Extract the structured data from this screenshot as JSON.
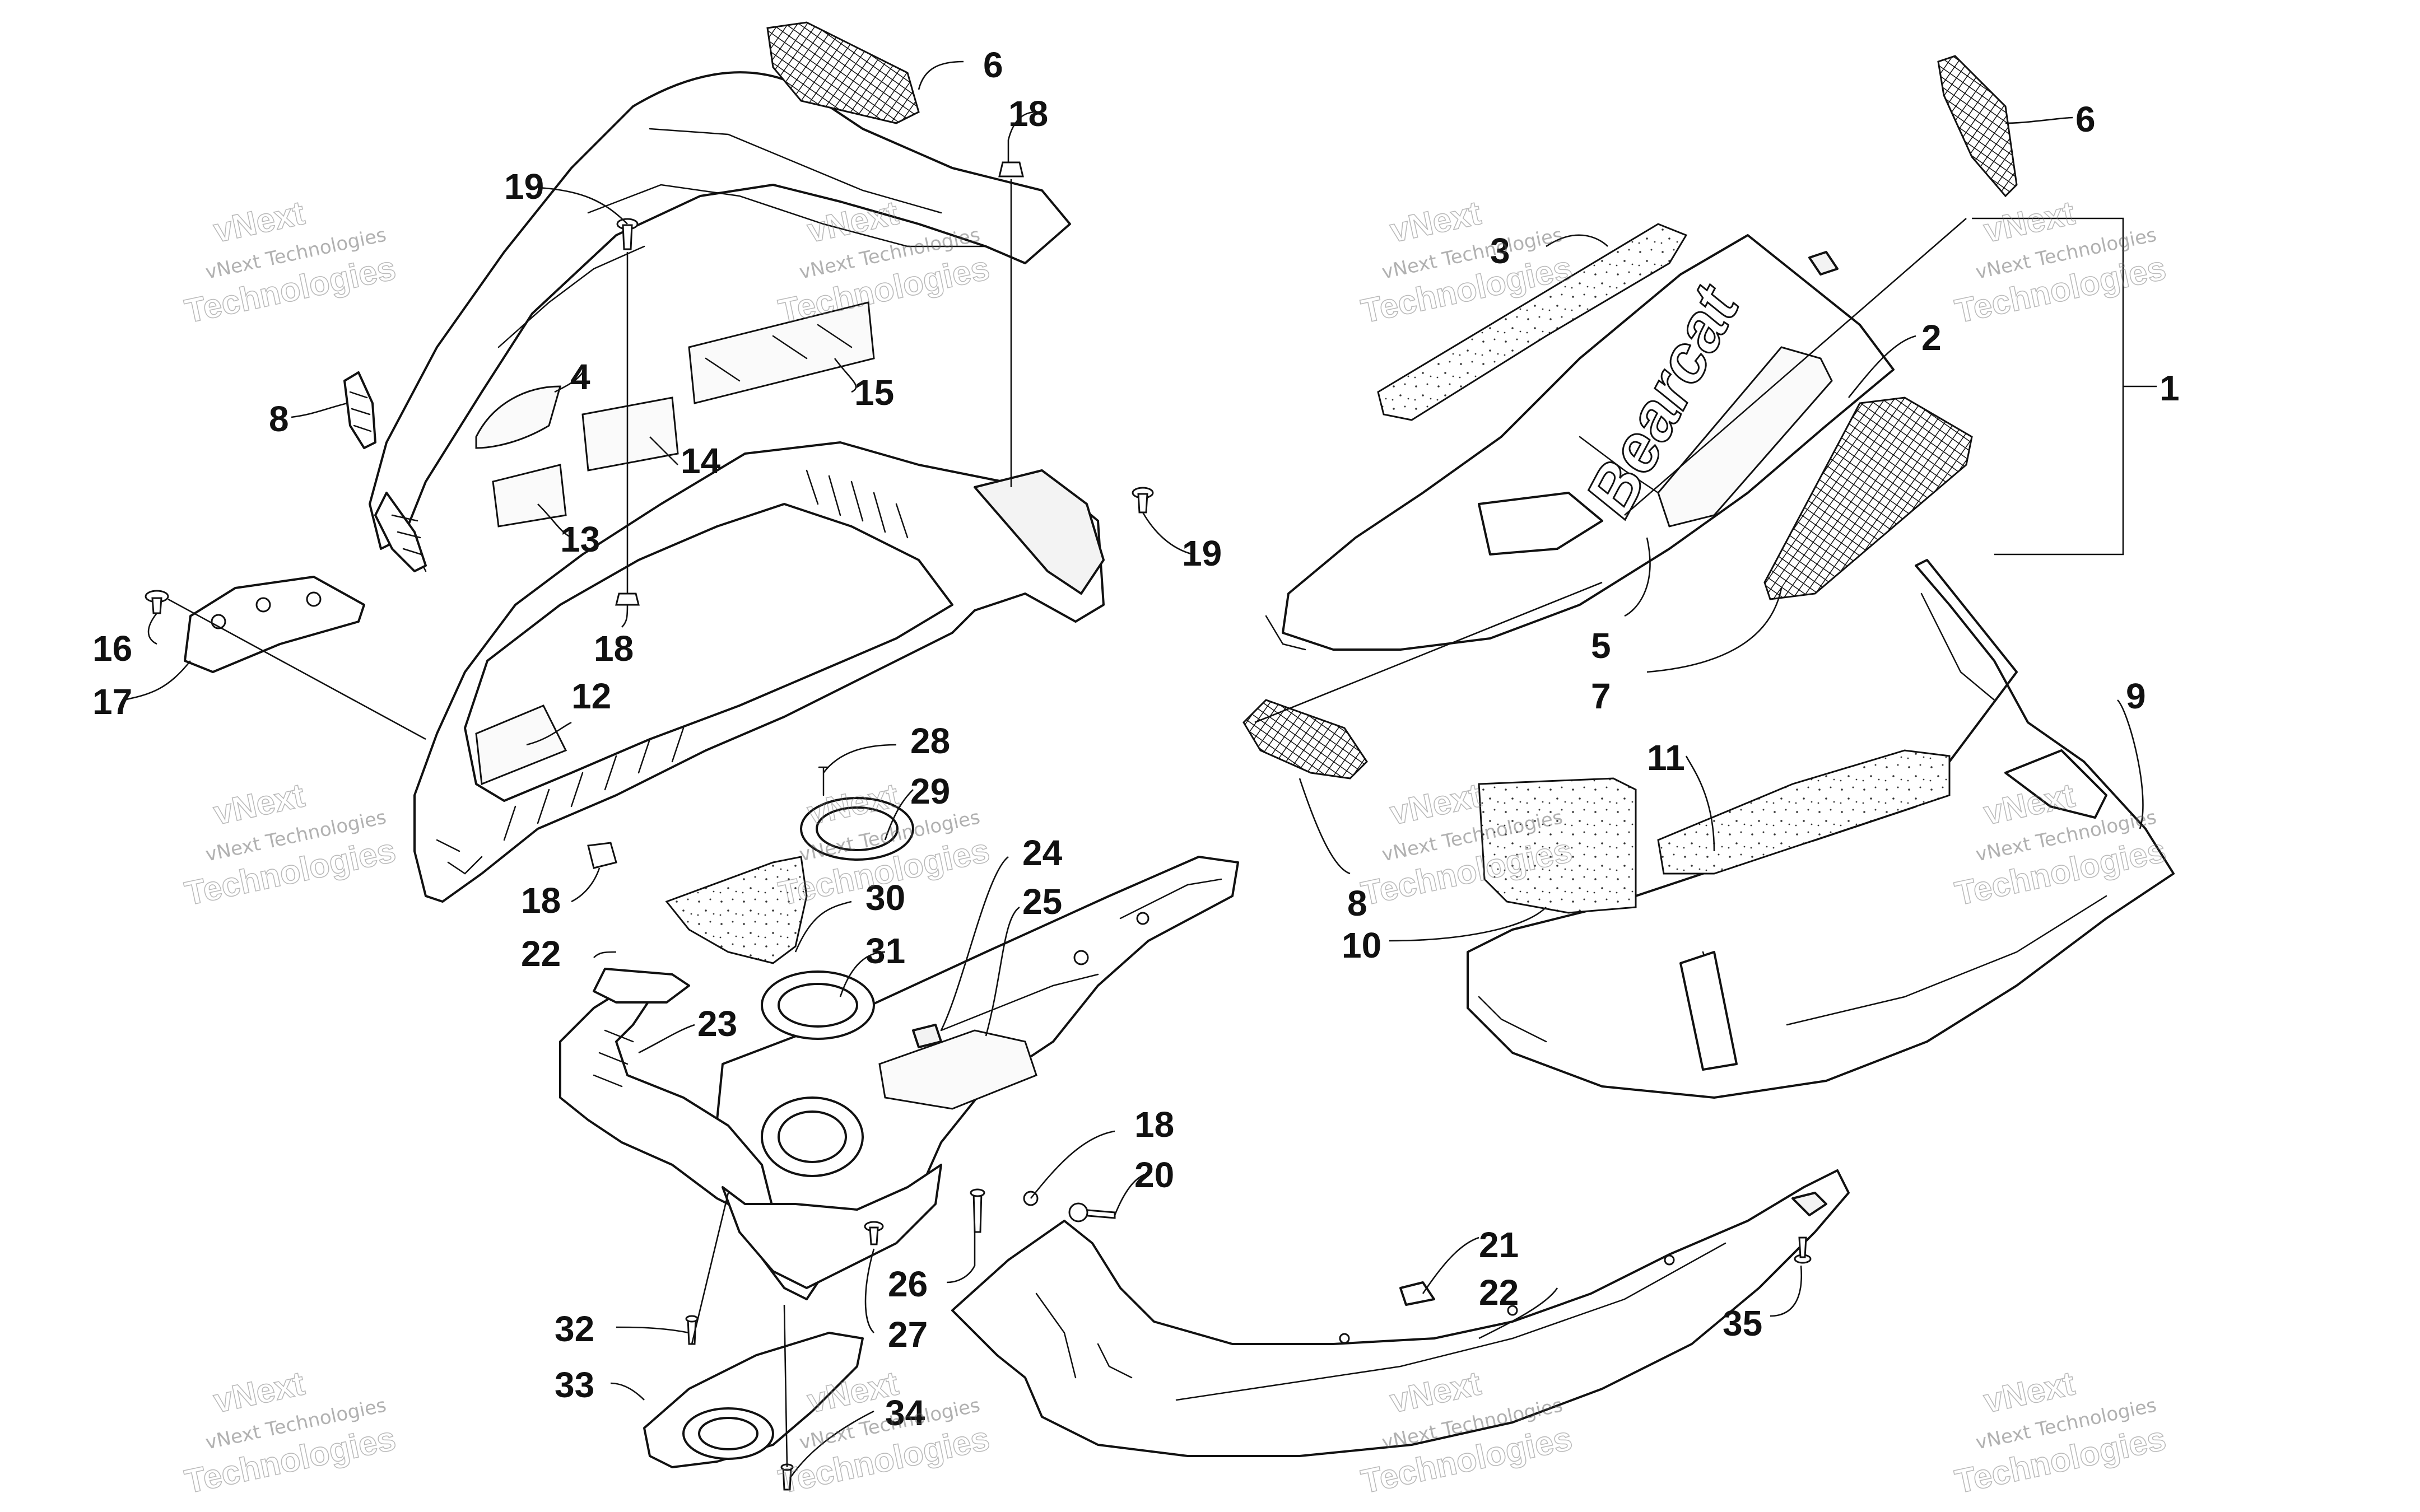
{
  "diagram": {
    "callouts": [
      {
        "id": "c6a",
        "text": "6"
      },
      {
        "id": "c18a",
        "text": "18"
      },
      {
        "id": "c19a",
        "text": "19"
      },
      {
        "id": "c4",
        "text": "4"
      },
      {
        "id": "c8a",
        "text": "8"
      },
      {
        "id": "c15",
        "text": "15"
      },
      {
        "id": "c14",
        "text": "14"
      },
      {
        "id": "c13",
        "text": "13"
      },
      {
        "id": "c19b",
        "text": "19"
      },
      {
        "id": "c16",
        "text": "16"
      },
      {
        "id": "c17",
        "text": "17"
      },
      {
        "id": "c18b",
        "text": "18"
      },
      {
        "id": "c12",
        "text": "12"
      },
      {
        "id": "c18c",
        "text": "18"
      },
      {
        "id": "c28",
        "text": "28"
      },
      {
        "id": "c29",
        "text": "29"
      },
      {
        "id": "c24",
        "text": "24"
      },
      {
        "id": "c30",
        "text": "30"
      },
      {
        "id": "c25",
        "text": "25"
      },
      {
        "id": "c31",
        "text": "31"
      },
      {
        "id": "c22a",
        "text": "22"
      },
      {
        "id": "c23",
        "text": "23"
      },
      {
        "id": "c18d",
        "text": "18"
      },
      {
        "id": "c20",
        "text": "20"
      },
      {
        "id": "c26",
        "text": "26"
      },
      {
        "id": "c27",
        "text": "27"
      },
      {
        "id": "c21",
        "text": "21"
      },
      {
        "id": "c22b",
        "text": "22"
      },
      {
        "id": "c35",
        "text": "35"
      },
      {
        "id": "c32",
        "text": "32"
      },
      {
        "id": "c33",
        "text": "33"
      },
      {
        "id": "c34",
        "text": "34"
      },
      {
        "id": "c6b",
        "text": "6"
      },
      {
        "id": "c3",
        "text": "3"
      },
      {
        "id": "c2",
        "text": "2"
      },
      {
        "id": "c1",
        "text": "1"
      },
      {
        "id": "c5",
        "text": "5"
      },
      {
        "id": "c7",
        "text": "7"
      },
      {
        "id": "c9",
        "text": "9"
      },
      {
        "id": "c11",
        "text": "11"
      },
      {
        "id": "c8b",
        "text": "8"
      },
      {
        "id": "c10",
        "text": "10"
      }
    ],
    "brand_decal_text": "Bearcat",
    "watermark": {
      "line1": "vNext Technologies",
      "line2": "vNext",
      "line3": "Technologies"
    }
  }
}
